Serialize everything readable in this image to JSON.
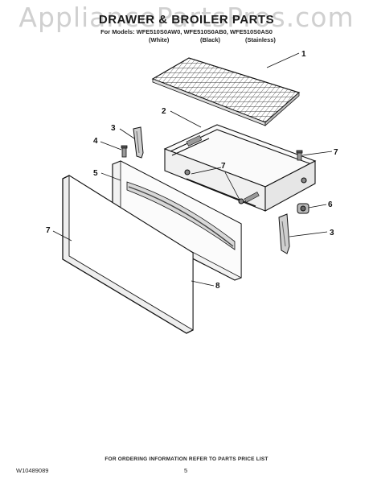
{
  "watermark": "AppliancePartsPros.com",
  "title": "DRAWER & BROILER PARTS",
  "models_line": "For Models: WFE510S0AW0, WFE510S0AB0, WFE510S0AS0",
  "variants": {
    "white": "(White)",
    "black": "(Black)",
    "stainless": "(Stainless)"
  },
  "callouts": [
    "1",
    "2",
    "3",
    "4",
    "5",
    "7",
    "7",
    "7",
    "6",
    "3",
    "8"
  ],
  "footer_note": "FOR ORDERING INFORMATION REFER TO PARTS PRICE LIST",
  "doc_id": "W10489089",
  "page_number": "5"
}
